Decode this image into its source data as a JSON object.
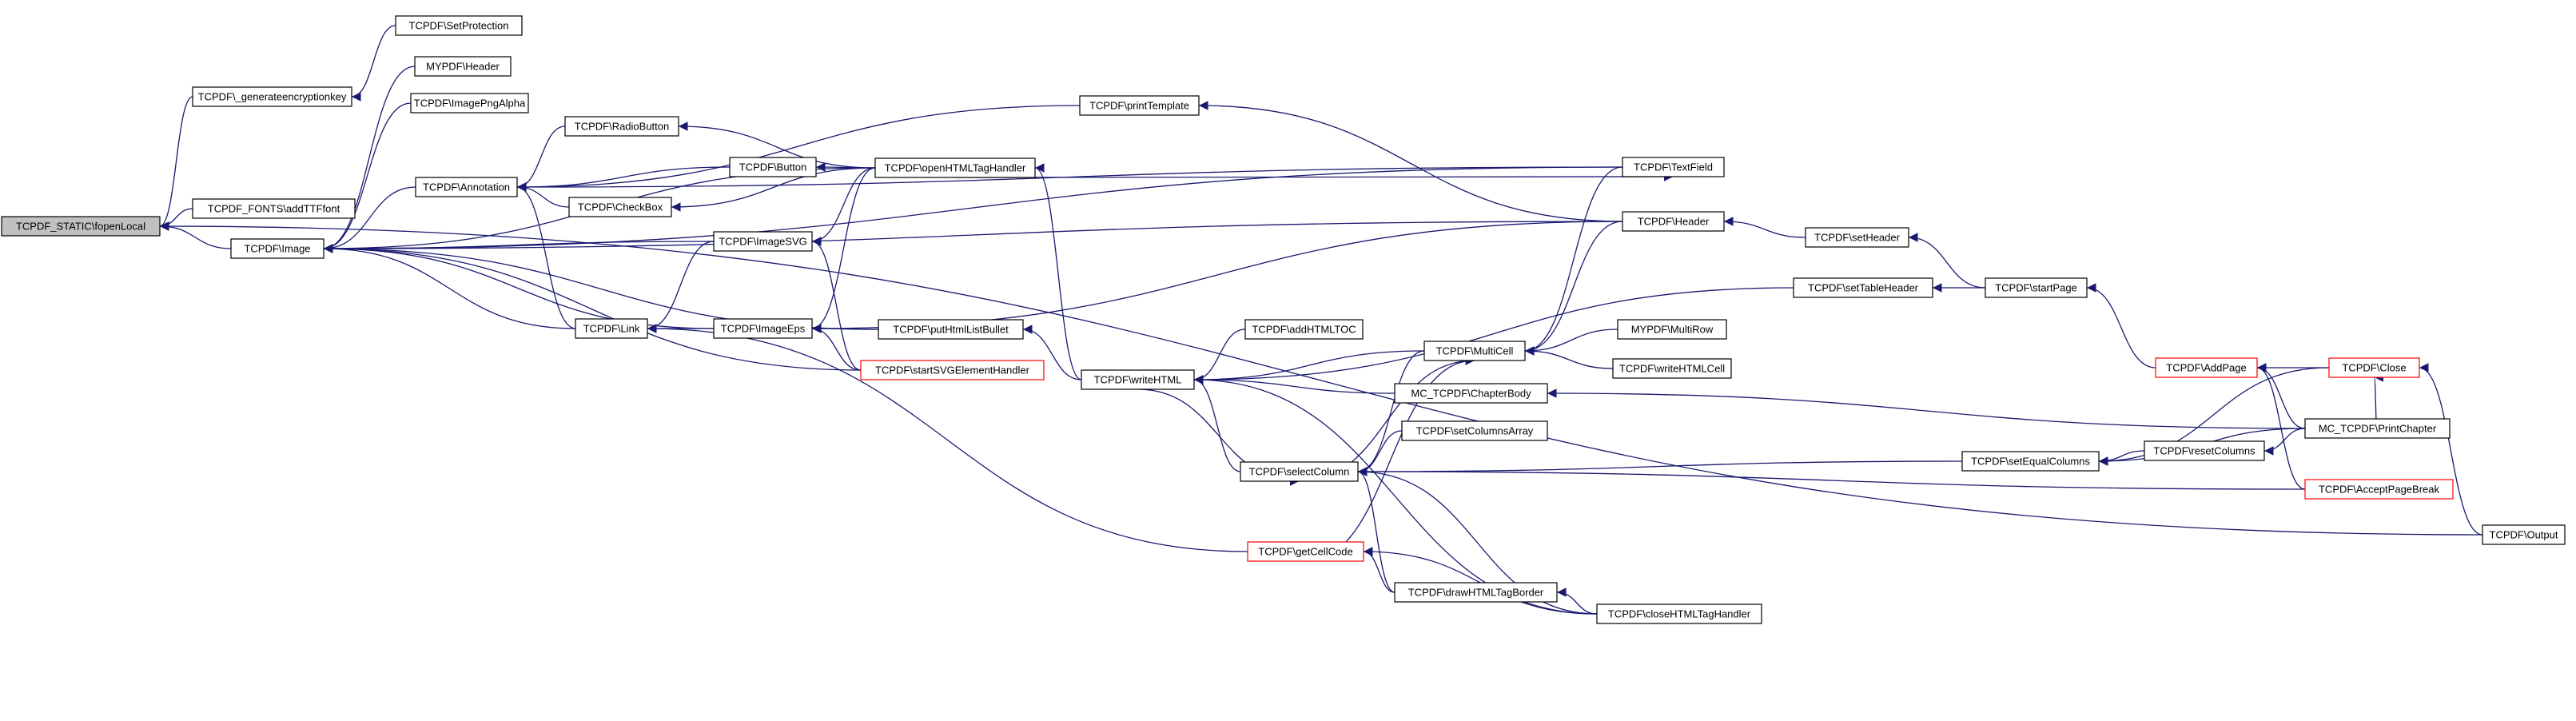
{
  "colors": {
    "edge": "#191970",
    "root_fill": "#c0c0c0",
    "truncated_border": "#ff0000",
    "node_border": "#000000"
  },
  "nodes": [
    {
      "id": "fopenLocal",
      "label": "TCPDF_STATIC\\fopenLocal",
      "root": true
    },
    {
      "id": "genkey",
      "label": "TCPDF\\_generateencryptionkey"
    },
    {
      "id": "addTTF",
      "label": "TCPDF_FONTS\\addTTFfont"
    },
    {
      "id": "Image",
      "label": "TCPDF\\Image"
    },
    {
      "id": "SetProtection",
      "label": "TCPDF\\SetProtection"
    },
    {
      "id": "MYHeader",
      "label": "MYPDF\\Header"
    },
    {
      "id": "ImagePngAlpha",
      "label": "TCPDF\\ImagePngAlpha"
    },
    {
      "id": "Annotation",
      "label": "TCPDF\\Annotation"
    },
    {
      "id": "Link",
      "label": "TCPDF\\Link"
    },
    {
      "id": "RadioButton",
      "label": "TCPDF\\RadioButton"
    },
    {
      "id": "Button",
      "label": "TCPDF\\Button"
    },
    {
      "id": "CheckBox",
      "label": "TCPDF\\CheckBox"
    },
    {
      "id": "ImageSVG",
      "label": "TCPDF\\ImageSVG"
    },
    {
      "id": "ImageEps",
      "label": "TCPDF\\ImageEps"
    },
    {
      "id": "openHTML",
      "label": "TCPDF\\openHTMLTagHandler"
    },
    {
      "id": "putHtmlListBullet",
      "label": "TCPDF\\putHtmlListBullet"
    },
    {
      "id": "startSVG",
      "label": "TCPDF\\startSVGElementHandler",
      "truncated": true
    },
    {
      "id": "printTemplate",
      "label": "TCPDF\\printTemplate"
    },
    {
      "id": "writeHTML",
      "label": "TCPDF\\writeHTML"
    },
    {
      "id": "addHTMLTOC",
      "label": "TCPDF\\addHTMLTOC"
    },
    {
      "id": "MultiCell",
      "label": "TCPDF\\MultiCell"
    },
    {
      "id": "selectColumn",
      "label": "TCPDF\\selectColumn"
    },
    {
      "id": "getCellCode",
      "label": "TCPDF\\getCellCode",
      "truncated": true
    },
    {
      "id": "ChapterBody",
      "label": "MC_TCPDF\\ChapterBody"
    },
    {
      "id": "setColumnsArray",
      "label": "TCPDF\\setColumnsArray"
    },
    {
      "id": "drawHTMLTagBorder",
      "label": "TCPDF\\drawHTMLTagBorder"
    },
    {
      "id": "closeHTML",
      "label": "TCPDF\\closeHTMLTagHandler"
    },
    {
      "id": "TextField",
      "label": "TCPDF\\TextField"
    },
    {
      "id": "Header",
      "label": "TCPDF\\Header"
    },
    {
      "id": "MultiRow",
      "label": "MYPDF\\MultiRow"
    },
    {
      "id": "writeHTMLCell",
      "label": "TCPDF\\writeHTMLCell"
    },
    {
      "id": "setHeader",
      "label": "TCPDF\\setHeader"
    },
    {
      "id": "setTableHeader",
      "label": "TCPDF\\setTableHeader"
    },
    {
      "id": "setEqualColumns",
      "label": "TCPDF\\setEqualColumns"
    },
    {
      "id": "resetColumns",
      "label": "TCPDF\\resetColumns"
    },
    {
      "id": "startPage",
      "label": "TCPDF\\startPage"
    },
    {
      "id": "AddPage",
      "label": "TCPDF\\AddPage",
      "truncated": true
    },
    {
      "id": "Close",
      "label": "TCPDF\\Close",
      "truncated": true
    },
    {
      "id": "PrintChapter",
      "label": "MC_TCPDF\\PrintChapter"
    },
    {
      "id": "AcceptPageBreak",
      "label": "TCPDF\\AcceptPageBreak",
      "truncated": true
    },
    {
      "id": "Output",
      "label": "TCPDF\\Output"
    }
  ],
  "edges": [
    [
      "genkey",
      "fopenLocal"
    ],
    [
      "addTTF",
      "fopenLocal"
    ],
    [
      "Image",
      "fopenLocal"
    ],
    [
      "Output",
      "fopenLocal"
    ],
    [
      "SetProtection",
      "genkey"
    ],
    [
      "MYHeader",
      "Image"
    ],
    [
      "ImagePngAlpha",
      "Image"
    ],
    [
      "Annotation",
      "Image"
    ],
    [
      "ImageSVG",
      "Image"
    ],
    [
      "ImageEps",
      "Image"
    ],
    [
      "openHTML",
      "Image"
    ],
    [
      "putHtmlListBullet",
      "Image"
    ],
    [
      "startSVG",
      "Image"
    ],
    [
      "Header",
      "Image"
    ],
    [
      "TextField",
      "Image"
    ],
    [
      "Link",
      "Image"
    ],
    [
      "RadioButton",
      "Annotation"
    ],
    [
      "Button",
      "Annotation"
    ],
    [
      "CheckBox",
      "Annotation"
    ],
    [
      "Link",
      "Annotation"
    ],
    [
      "printTemplate",
      "Annotation"
    ],
    [
      "TextField",
      "Annotation"
    ],
    [
      "ImageSVG",
      "Link"
    ],
    [
      "ImageEps",
      "Link"
    ],
    [
      "getCellCode",
      "Link"
    ],
    [
      "openHTML",
      "RadioButton"
    ],
    [
      "openHTML",
      "Button"
    ],
    [
      "openHTML",
      "CheckBox"
    ],
    [
      "openHTML",
      "ImageSVG"
    ],
    [
      "startSVG",
      "ImageSVG"
    ],
    [
      "openHTML",
      "ImageEps"
    ],
    [
      "putHtmlListBullet",
      "ImageEps"
    ],
    [
      "startSVG",
      "ImageEps"
    ],
    [
      "Header",
      "ImageEps"
    ],
    [
      "writeHTML",
      "openHTML"
    ],
    [
      "writeHTML",
      "putHtmlListBullet"
    ],
    [
      "Header",
      "printTemplate"
    ],
    [
      "openHTML",
      "TextField"
    ],
    [
      "addHTMLTOC",
      "writeHTML"
    ],
    [
      "MultiCell",
      "writeHTML"
    ],
    [
      "selectColumn",
      "writeHTML"
    ],
    [
      "ChapterBody",
      "writeHTML"
    ],
    [
      "setTableHeader",
      "writeHTML"
    ],
    [
      "closeHTML",
      "writeHTML"
    ],
    [
      "getCellCode",
      "MultiCell"
    ],
    [
      "selectColumn",
      "MultiCell"
    ],
    [
      "MultiRow",
      "MultiCell"
    ],
    [
      "writeHTMLCell",
      "MultiCell"
    ],
    [
      "Header",
      "MultiCell"
    ],
    [
      "TextField",
      "MultiCell"
    ],
    [
      "writeHTML",
      "selectColumn"
    ],
    [
      "MultiCell",
      "selectColumn"
    ],
    [
      "setColumnsArray",
      "selectColumn"
    ],
    [
      "setEqualColumns",
      "selectColumn"
    ],
    [
      "drawHTMLTagBorder",
      "selectColumn"
    ],
    [
      "closeHTML",
      "selectColumn"
    ],
    [
      "AcceptPageBreak",
      "selectColumn"
    ],
    [
      "drawHTMLTagBorder",
      "getCellCode"
    ],
    [
      "closeHTML",
      "getCellCode"
    ],
    [
      "closeHTML",
      "drawHTMLTagBorder"
    ],
    [
      "setHeader",
      "Header"
    ],
    [
      "startPage",
      "setHeader"
    ],
    [
      "startPage",
      "setTableHeader"
    ],
    [
      "AddPage",
      "startPage"
    ],
    [
      "Close",
      "AddPage"
    ],
    [
      "PrintChapter",
      "AddPage"
    ],
    [
      "AcceptPageBreak",
      "AddPage"
    ],
    [
      "PrintChapter",
      "ChapterBody"
    ],
    [
      "resetColumns",
      "setEqualColumns"
    ],
    [
      "PrintChapter",
      "setEqualColumns"
    ],
    [
      "Close",
      "setEqualColumns"
    ],
    [
      "PrintChapter",
      "resetColumns"
    ],
    [
      "PrintChapter",
      "Close"
    ],
    [
      "Output",
      "Close"
    ]
  ]
}
